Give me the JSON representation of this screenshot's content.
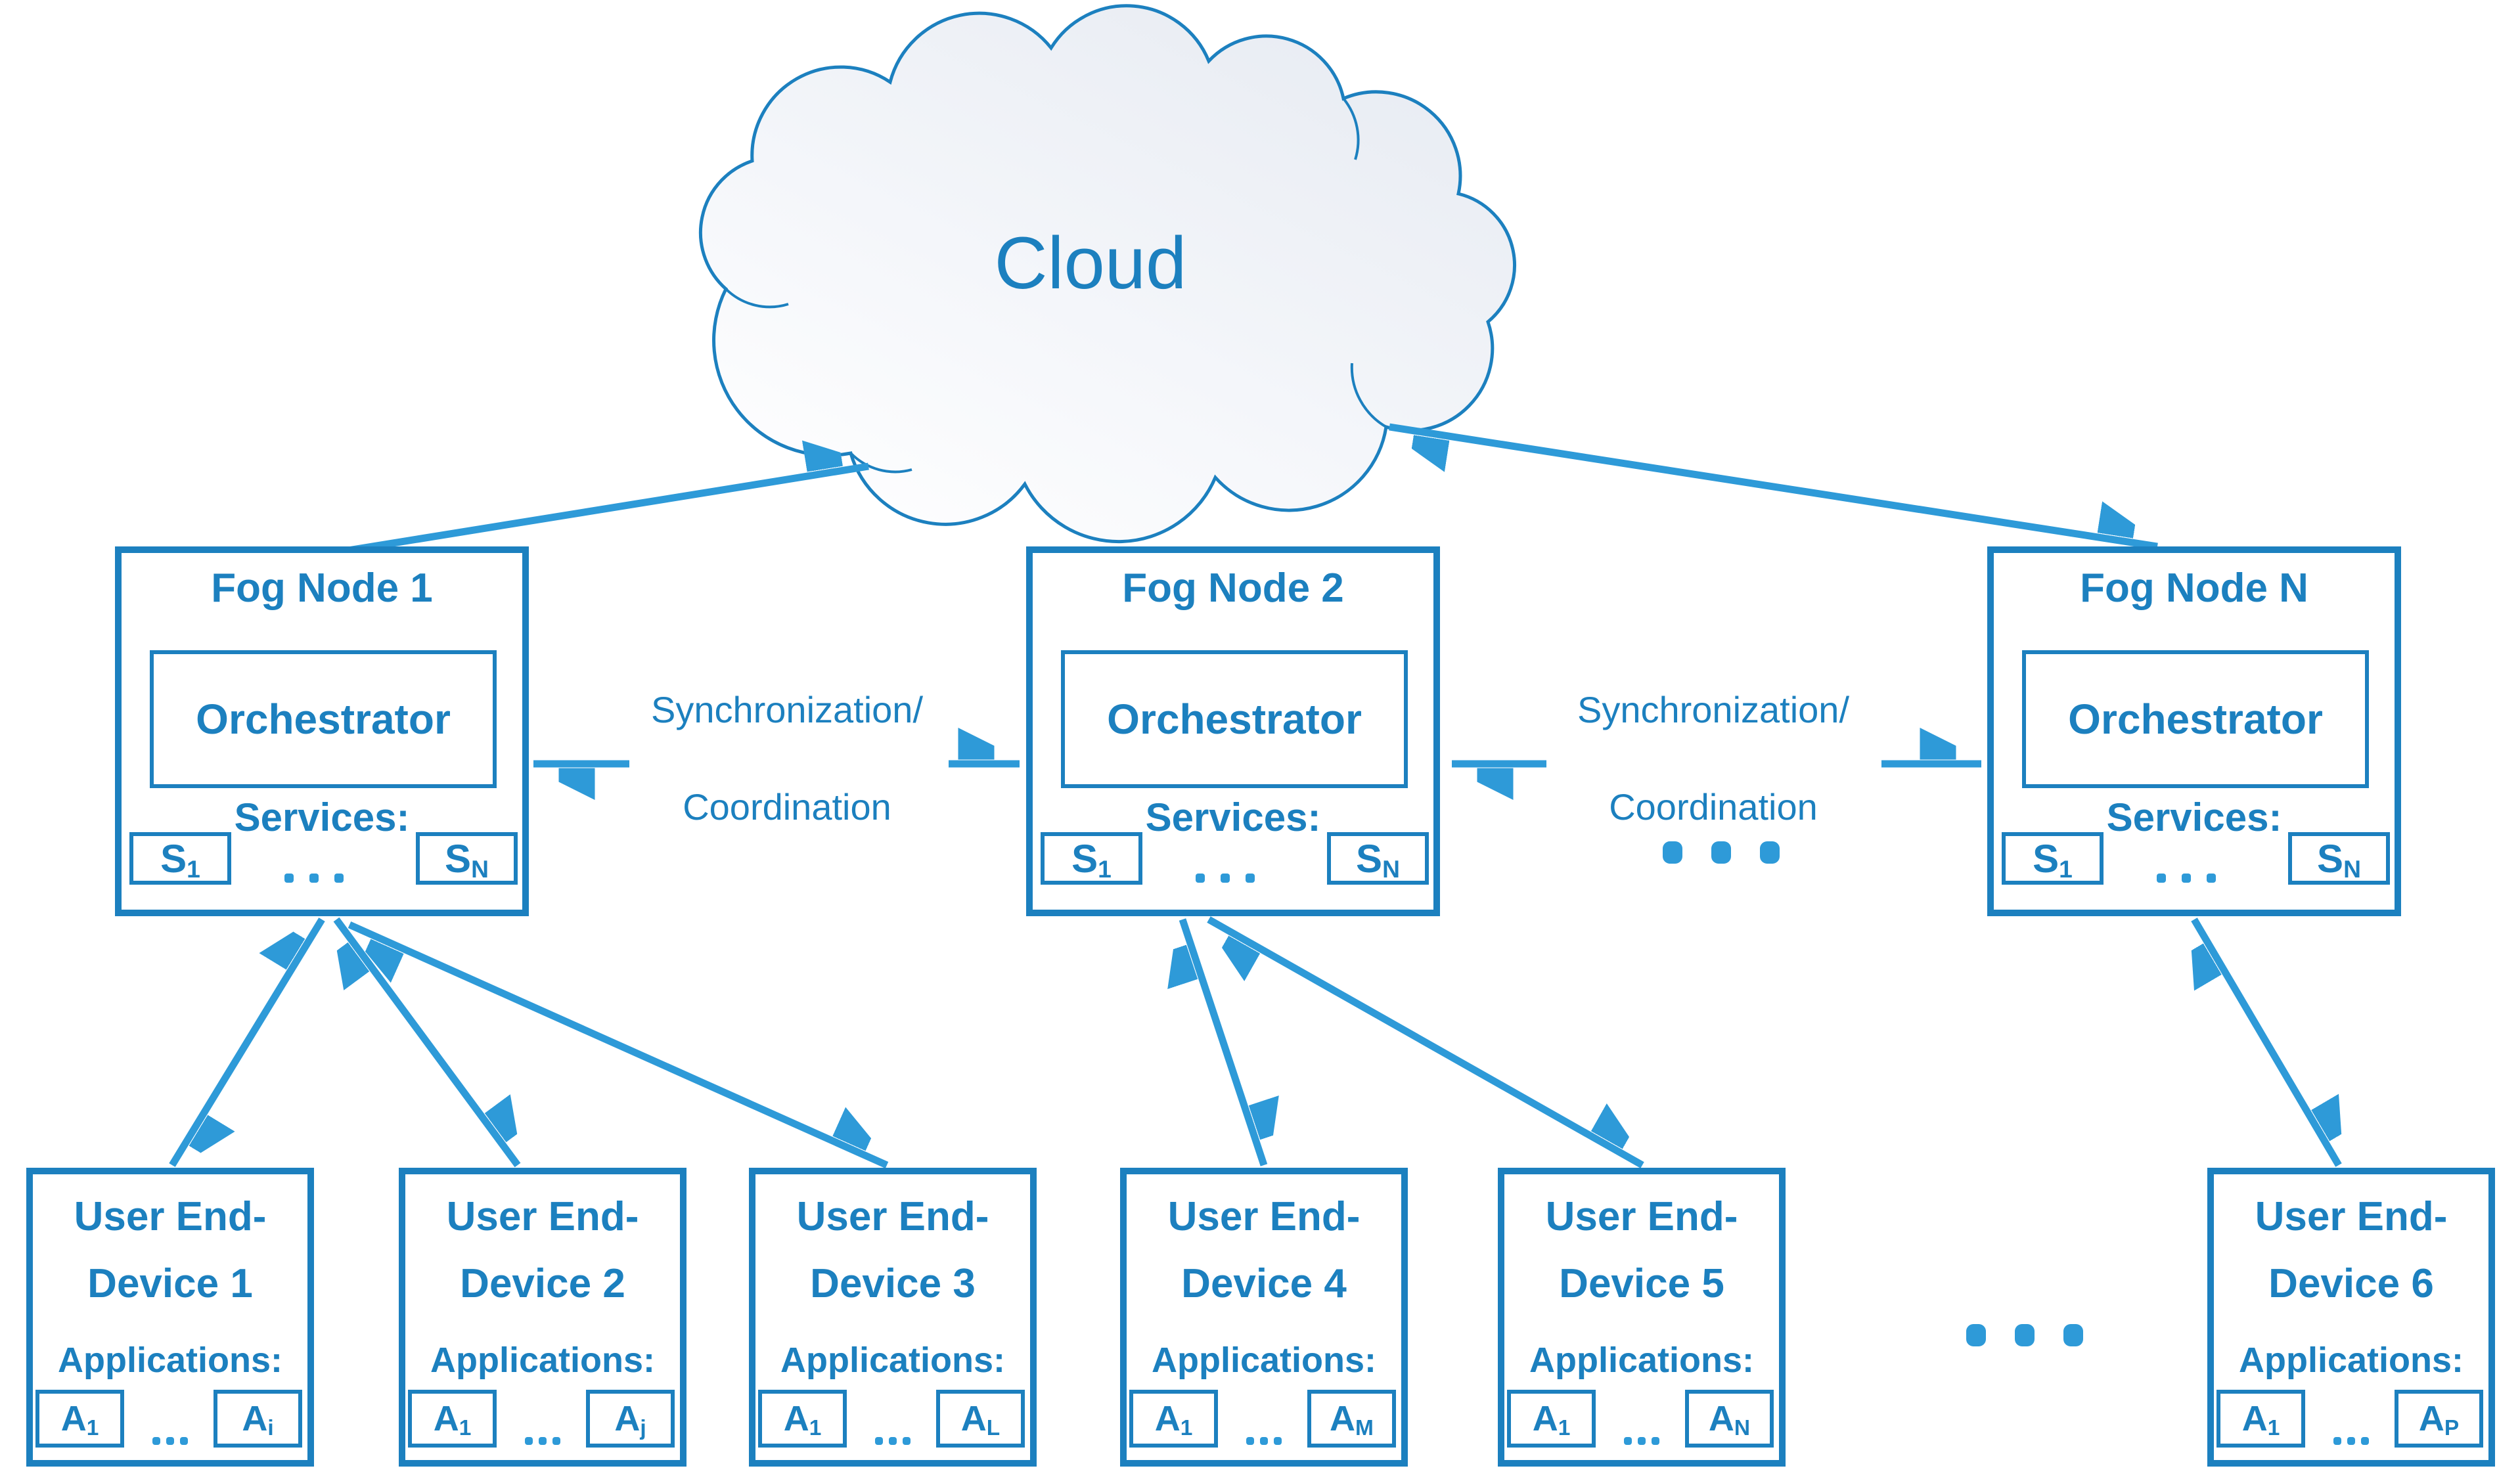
{
  "colors": {
    "line_blue": "#1c80bf",
    "accent_blue": "#2e9ad8",
    "cloud_fill_dark": "#e7ebf2",
    "cloud_fill_light": "#ffffff"
  },
  "cloud": {
    "label": "Cloud"
  },
  "fog_nodes": [
    {
      "title": "Fog Node 1",
      "orchestrator_label": "Orchestrator",
      "services_label": "Services:",
      "service_first_base": "S",
      "service_first_sub": "1",
      "service_last_base": "S",
      "service_last_sub": "N"
    },
    {
      "title": "Fog Node 2",
      "orchestrator_label": "Orchestrator",
      "services_label": "Services:",
      "service_first_base": "S",
      "service_first_sub": "1",
      "service_last_base": "S",
      "service_last_sub": "N"
    },
    {
      "title": "Fog Node N",
      "orchestrator_label": "Orchestrator",
      "services_label": "Services:",
      "service_first_base": "S",
      "service_first_sub": "1",
      "service_last_base": "S",
      "service_last_sub": "N"
    }
  ],
  "sync_labels": [
    {
      "line1": "Synchronization/",
      "line2": "Coordination"
    },
    {
      "line1": "Synchronization/",
      "line2": "Coordination"
    }
  ],
  "devices": [
    {
      "title_line1": "User End-",
      "title_line2": "Device 1",
      "applications_label": "Applications:",
      "app_first_base": "A",
      "app_first_sub": "1",
      "app_last_base": "A",
      "app_last_sub": "i"
    },
    {
      "title_line1": "User End-",
      "title_line2": "Device 2",
      "applications_label": "Applications:",
      "app_first_base": "A",
      "app_first_sub": "1",
      "app_last_base": "A",
      "app_last_sub": "j"
    },
    {
      "title_line1": "User End-",
      "title_line2": "Device 3",
      "applications_label": "Applications:",
      "app_first_base": "A",
      "app_first_sub": "1",
      "app_last_base": "A",
      "app_last_sub": "L"
    },
    {
      "title_line1": "User End-",
      "title_line2": "Device 4",
      "applications_label": "Applications:",
      "app_first_base": "A",
      "app_first_sub": "1",
      "app_last_base": "A",
      "app_last_sub": "M"
    },
    {
      "title_line1": "User End-",
      "title_line2": "Device 5",
      "applications_label": "Applications:",
      "app_first_base": "A",
      "app_first_sub": "1",
      "app_last_base": "A",
      "app_last_sub": "N"
    },
    {
      "title_line1": "User End-",
      "title_line2": "Device 6",
      "applications_label": "Applications:",
      "app_first_base": "A",
      "app_first_sub": "1",
      "app_last_base": "A",
      "app_last_sub": "P"
    }
  ]
}
